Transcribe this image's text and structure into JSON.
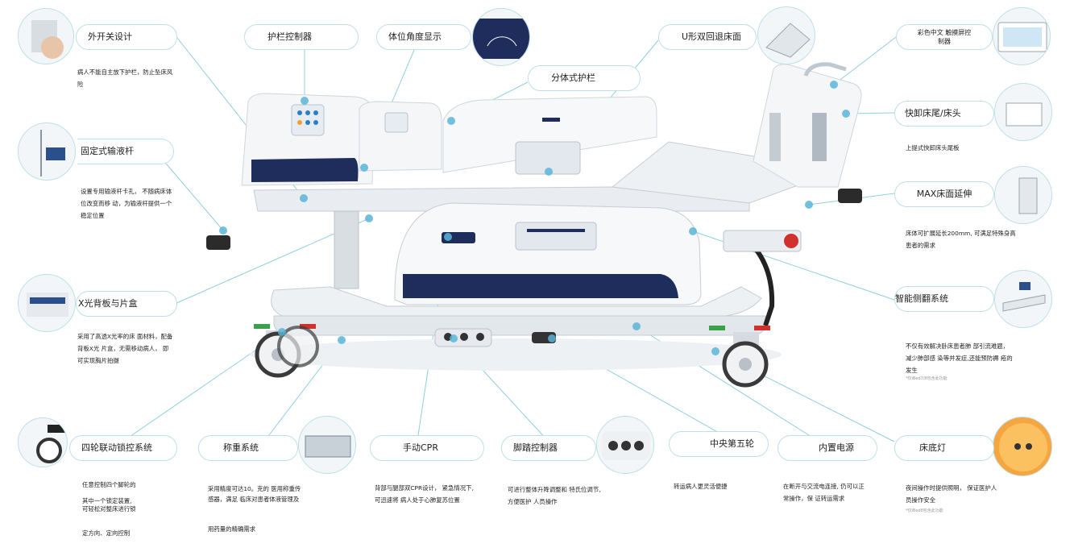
{
  "callouts": {
    "outer_switch": {
      "label": "外开关设计",
      "desc": [
        "病人不能自主放下护栏，防止坠床风",
        "险"
      ]
    },
    "rail_controller": {
      "label": "护栏控制器"
    },
    "angle_display": {
      "label": "体位角度显示"
    },
    "split_rail": {
      "label": "分体式护栏"
    },
    "u_retract": {
      "label": "U形双回退床面"
    },
    "touchscreen": {
      "label_lines": [
        "彩色中文 触摸屏控",
        "制器"
      ]
    },
    "iv_pole": {
      "label": "固定式输液杆",
      "desc": [
        "设置专用输液杆卡孔，  不随病床体",
        "位改变而移 动，为输液杆提供一个",
        "稳定位置"
      ]
    },
    "quick_release": {
      "label": "快卸床尾/床头",
      "desc": [
        "上提式快卸床头尾板"
      ]
    },
    "max_extend": {
      "label": "MAX床面延伸",
      "desc": [
        "床体可扩展延长200mm, 可满足特殊身高",
        "患者的需求"
      ]
    },
    "xray": {
      "label": "X光背板与片盒",
      "desc": [
        "采用了高透X光率的床 面材料，配备",
        "背板X光 片盒，无需移动病人，  即",
        "可实现胸片拍摄"
      ]
    },
    "lateral_tilt": {
      "label": "智能侧翻系统",
      "desc": [
        "不仅有效解决卧床患者肺 部引流难题，",
        "减少肺部感 染等并发症,还能预防褥 疮的",
        "发生"
      ],
      "note": "*仅iBed7/8包含此功能"
    },
    "four_wheel_lock": {
      "label": "四轮联动锁控系统",
      "desc": [
        "任意控制四个脚轮的",
        "",
        "其中一个锁定装置,",
        "可轻松对整床进行锁",
        "",
        "",
        "定方向、定向控制"
      ]
    },
    "weighing": {
      "label": "称重系统",
      "desc": [
        "采用精度可达10。克的  医用称重传",
        "感器，满足 临床对患者体液管理及",
        "",
        "",
        "",
        "用药量的精确需求"
      ]
    },
    "manual_cpr": {
      "label": "手动CPR",
      "desc": [
        "背部与腿部双CPR设计，  紧急情况下,",
        "可迅速将 病人处于心肺复苏位置"
      ]
    },
    "foot_controller": {
      "label": "脚踏控制器",
      "desc": [
        "可进行整体升降调整和  特氏位调节,",
        "方便医护 人员操作"
      ]
    },
    "fifth_wheel": {
      "label": "中央第五轮",
      "desc": [
        "转运病人更灵活便捷"
      ]
    },
    "battery": {
      "label": "内置电源",
      "desc": [
        "在断开与交流电连接, 仍可以正",
        "常操作，保 证转运需求"
      ]
    },
    "under_light": {
      "label": "床底灯",
      "desc": [
        "夜间操作时提供照明，  保证医护人",
        "员操作安全"
      ],
      "note": "*仅iBed8包含此功能"
    }
  },
  "colors": {
    "accent": "#5bb5d8",
    "navy": "#1f2d5c",
    "pill_border": "#bfe0e8",
    "leader": "#8fcfe0",
    "brake_red": "#d0312d",
    "brake_green": "#3aa04a"
  }
}
